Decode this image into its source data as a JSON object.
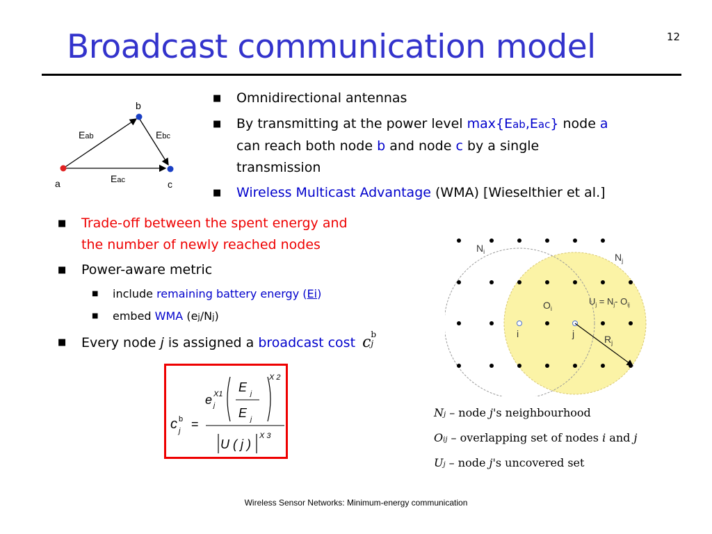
{
  "slide": {
    "title": "Broadcast communication model",
    "page_number": "12",
    "footer": "Wireless Sensor Networks: Minimum-energy communication"
  },
  "triangle_diagram": {
    "nodes": {
      "a": "a",
      "b": "b",
      "c": "c"
    },
    "edges": {
      "ab": {
        "main": "E",
        "sub": "ab"
      },
      "bc": {
        "main": "E",
        "sub": "bc"
      },
      "ac": {
        "main": "E",
        "sub": "ac"
      }
    },
    "colors": {
      "a": "#e02020",
      "b": "#1a3fc4",
      "c": "#1a3fc4"
    }
  },
  "right_bullets": {
    "b1": "Omnidirectional antennas",
    "b2": {
      "p1": "By transmitting at the power level ",
      "expr_open": "max{E",
      "expr_sub1": "ab",
      "expr_mid": ",E",
      "expr_sub2": "ac",
      "expr_close": "}",
      "p2": " node ",
      "node_a": "a",
      "line2_p1": "can reach both node ",
      "node_b": "b",
      "line2_p2": " and node ",
      "node_c": "c",
      "line2_p3": " by a single",
      "line3": "transmission"
    },
    "b3": {
      "link": "Wireless Multicast Advantage",
      "rest": " (WMA) [Wieselthier et al.]"
    }
  },
  "left_bullets": {
    "b1_line1": "Trade-off between the spent energy and",
    "b1_line2": "the number of newly reached nodes",
    "b2": "Power-aware metric",
    "s1_p1": "include ",
    "s1_blue": "remaining battery energy (",
    "s1_link": "Ei",
    "s1_close": ")",
    "s2_p1": "embed ",
    "s2_blue": "WMA",
    "s2_p2_a": " (e",
    "s2_sub_j1": "j",
    "s2_p2_b": "/N",
    "s2_sub_j2": "j",
    "s2_p2_c": ")",
    "b3_p1": "Every node ",
    "b3_j": "j",
    "b3_p2": " is assigned a ",
    "b3_blue": "broadcast cost",
    "b3_c": "c",
    "b3_sup": "b",
    "b3_sub": "j"
  },
  "formula": {
    "lhs": "c",
    "lhs_sup": "b",
    "lhs_sub": "j",
    "eq": "=",
    "e": "e",
    "e_sup": "X1",
    "e_sub": "j",
    "num_top": "E",
    "num_top_sub": "j",
    "num_bot": "E",
    "num_bot_sub": "j",
    "paren_sup": "X 2",
    "den": "U ( j )",
    "den_sup": "X 3"
  },
  "venn": {
    "Ni": "N",
    "Ni_sub": "i",
    "Nj": "N",
    "Nj_sub": "j",
    "Oi": "O",
    "Oi_sub": "i",
    "Uj": "U",
    "Uj_sub": "j",
    "Uj_eq": " = N",
    "Uj_eq_sub": "j",
    "Uj_minus": "- O",
    "Uj_minus_sub": "ij",
    "i": "i",
    "j": "j",
    "Rj": "R",
    "Rj_sub": "j",
    "colors": {
      "yellow_fill": "#fbf3a6",
      "yellow_stroke": "#e6d77a",
      "circle_stroke": "#999999"
    }
  },
  "definitions": [
    {
      "sym": "N",
      "sub": "j",
      "text": " – node ",
      "var": "j",
      "rest": "'s neighbourhood"
    },
    {
      "sym": "O",
      "sub": "ij",
      "text": " – overlapping set of nodes ",
      "var": "i",
      "mid": " and ",
      "var2": "j"
    },
    {
      "sym": "U",
      "sub": "j",
      "text": " – node ",
      "var": "j",
      "rest": "'s uncovered set"
    }
  ]
}
